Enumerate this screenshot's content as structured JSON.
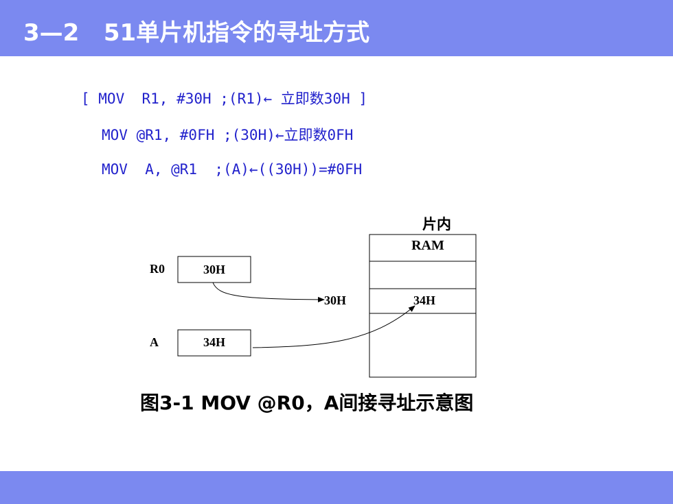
{
  "slide": {
    "title": "3—2   51单片机指令的寻址方式",
    "colors": {
      "bar": "#7b89f0",
      "code_text": "#2222cc",
      "title_text": "#ffffff"
    }
  },
  "code": {
    "line1": "[ MOV  R1, #30H ;(R1)← 立即数30H ]",
    "line2": "MOV @R1, #0FH ;(30H)←立即数0FH",
    "line3": "MOV  A, @R1  ;(A)←((30H))=#0FH"
  },
  "diagram": {
    "ram_label_top": "片内",
    "ram_label": "RAM",
    "r0_label": "R0",
    "r0_value": "30H",
    "a_label": "A",
    "a_value": "34H",
    "addr_label": "30H",
    "ram_cell_value": "34H"
  },
  "caption": {
    "text": "图3-1  MOV @R0，A间接寻址示意图"
  }
}
